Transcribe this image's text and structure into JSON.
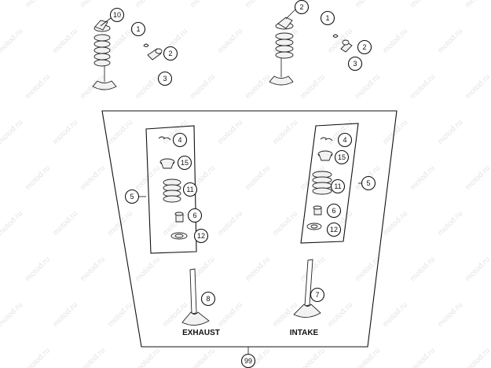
{
  "watermark": {
    "text": "motod.ru"
  },
  "labels": {
    "exhaust": "EXHAUST",
    "intake": "INTAKE"
  },
  "callouts": {
    "top_left_collet": "1",
    "top_left_cap": "2",
    "top_left_seal": "3",
    "top_left_assembly": "10",
    "top_right_collet": "1",
    "top_right_cap": "2",
    "top_right_seal": "3",
    "top_right_assembly": "2",
    "exh_keeper": "4",
    "exh_retainer": "15",
    "exh_kit": "5",
    "exh_spring": "11",
    "exh_stem_seal": "6",
    "exh_washer": "12",
    "exh_valve": "8",
    "int_keeper": "4",
    "int_retainer": "15",
    "int_kit": "5",
    "int_spring": "11",
    "int_stem_seal": "6",
    "int_washer": "12",
    "int_valve": "7",
    "set": "99"
  },
  "icons": [
    "valve-assembly-icon",
    "valve-icon",
    "spring-icon",
    "collet-icon",
    "retainer-icon",
    "seal-icon",
    "washer-icon"
  ]
}
